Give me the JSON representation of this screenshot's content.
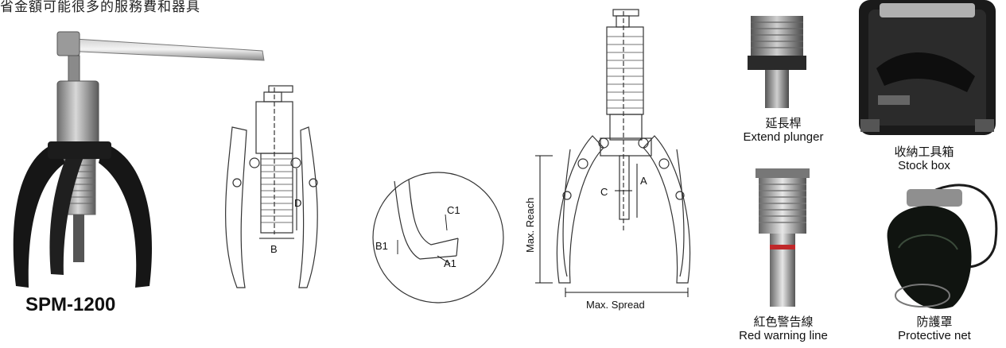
{
  "header_text": "省金額可能很多的服務費和器具",
  "model_name": "SPM-1200",
  "diagram_labels": {
    "b": "B",
    "d": "D",
    "b1": "B1",
    "c1": "C1",
    "a1": "A1",
    "a": "A",
    "c": "C",
    "max_reach": "Max. Reach",
    "max_spread": "Max. Spread"
  },
  "accessories": [
    {
      "zh": "延長桿",
      "en": "Extend plunger"
    },
    {
      "zh": "收納工具箱",
      "en": "Stock box"
    },
    {
      "zh": "紅色警告線",
      "en": "Red warning line"
    },
    {
      "zh": "防護罩",
      "en": "Protective net"
    }
  ],
  "colors": {
    "tool_black": "#161616",
    "steel": "#9a9a9a",
    "line": "#333333",
    "red_line": "#c0282a"
  }
}
